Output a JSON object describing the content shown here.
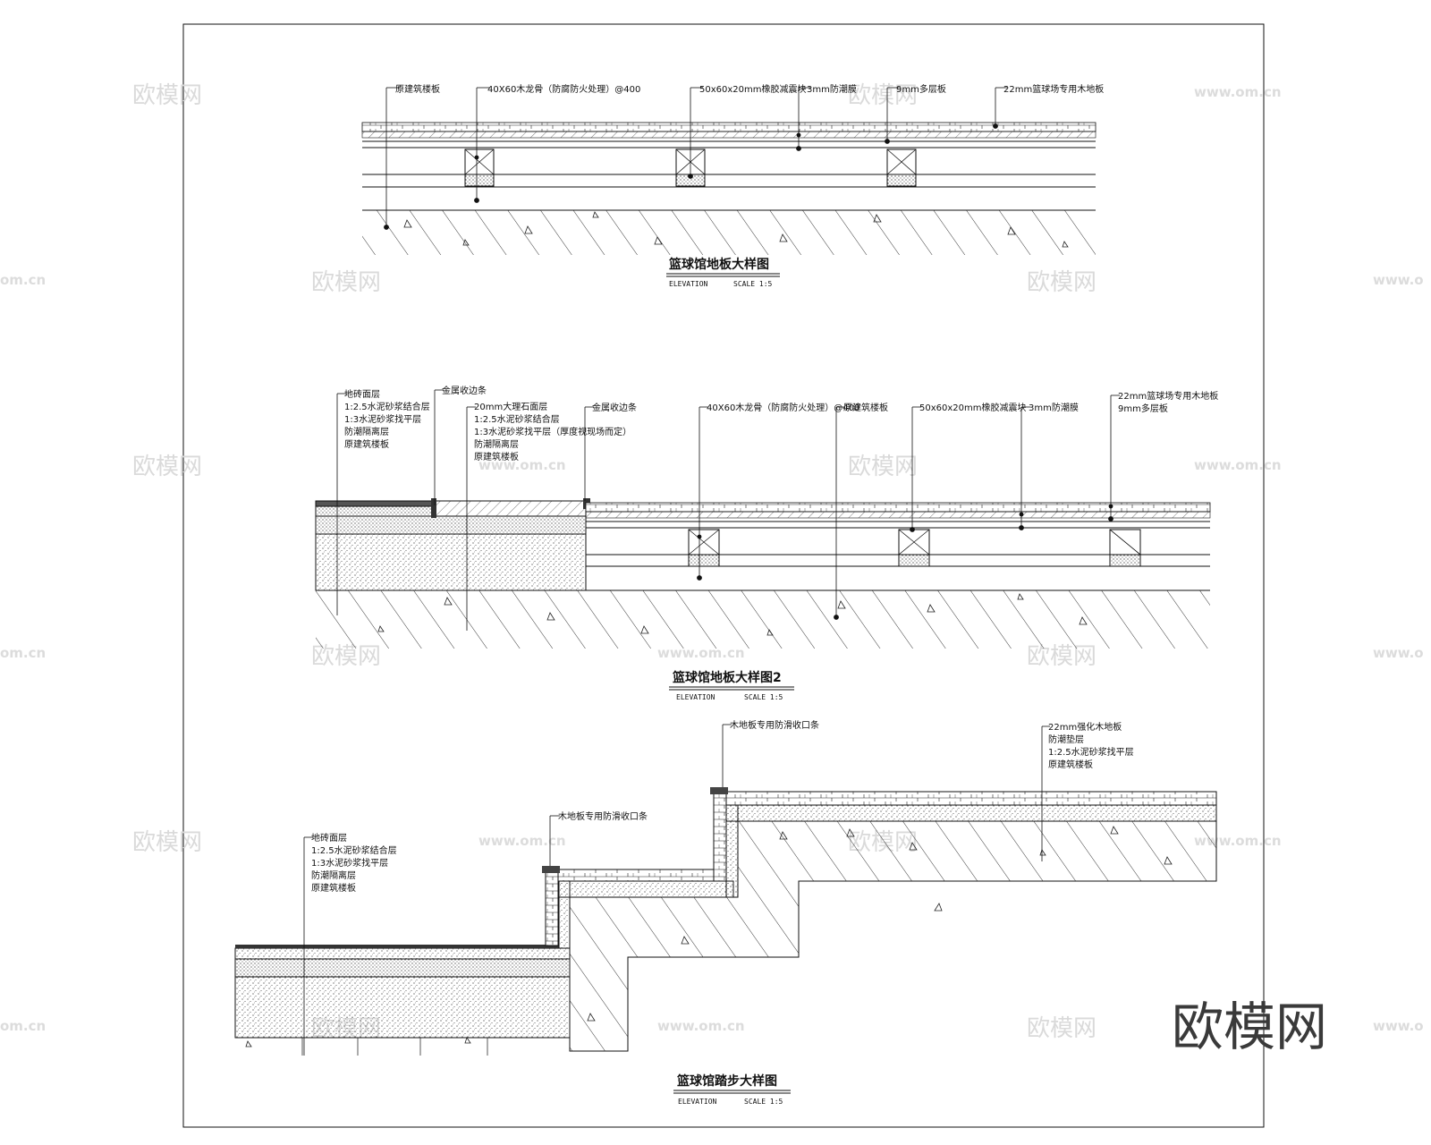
{
  "watermarks": {
    "cn": "欧模网",
    "url": "www.om.cn",
    "url_short": "om.cn",
    "url_left": "www.o"
  },
  "brand_mark": "欧模网",
  "detail1": {
    "title": "篮球馆地板大样图",
    "elevation": "ELEVATION",
    "scale": "SCALE 1:5",
    "callouts": [
      "原建筑楼板",
      "40X60木龙骨（防腐防火处理）@400",
      "50x60x20mm橡胶减震块",
      "3mm防潮膜",
      "9mm多层板",
      "22mm篮球场专用木地板"
    ]
  },
  "detail2": {
    "title": "篮球馆地板大样图2",
    "elevation": "ELEVATION",
    "scale": "SCALE 1:5",
    "left_stack": [
      "地砖面层",
      "1:2.5水泥砂浆结合层",
      "1:3水泥砂浆找平层",
      "防潮隔离层",
      "原建筑楼板"
    ],
    "metal_strip": "金属收边条",
    "mid_stack": [
      "20mm大理石面层",
      "1:2.5水泥砂浆结合层",
      "1:3水泥砂浆找平层（厚度视现场而定）",
      "防潮隔离层",
      "原建筑楼板"
    ],
    "callouts": [
      "金属收边条",
      "40X60木龙骨（防腐防火处理）@400",
      "原建筑楼板",
      "50x60x20mm橡胶减震块",
      "3mm防潮膜"
    ],
    "right_stack": [
      "22mm篮球场专用木地板",
      "9mm多层板"
    ]
  },
  "detail3": {
    "title": "篮球馆踏步大样图",
    "elevation": "ELEVATION",
    "scale": "SCALE 1:5",
    "top_note": "木地板专用防滑收口条",
    "mid_note": "木地板专用防滑收口条",
    "left_stack": [
      "地砖面层",
      "1:2.5水泥砂浆结合层",
      "1:3水泥砂浆找平层",
      "防潮隔离层",
      "原建筑楼板"
    ],
    "right_stack": [
      "22mm强化木地板",
      "防潮垫层",
      "1:2.5水泥砂浆找平层",
      "原建筑楼板"
    ]
  }
}
